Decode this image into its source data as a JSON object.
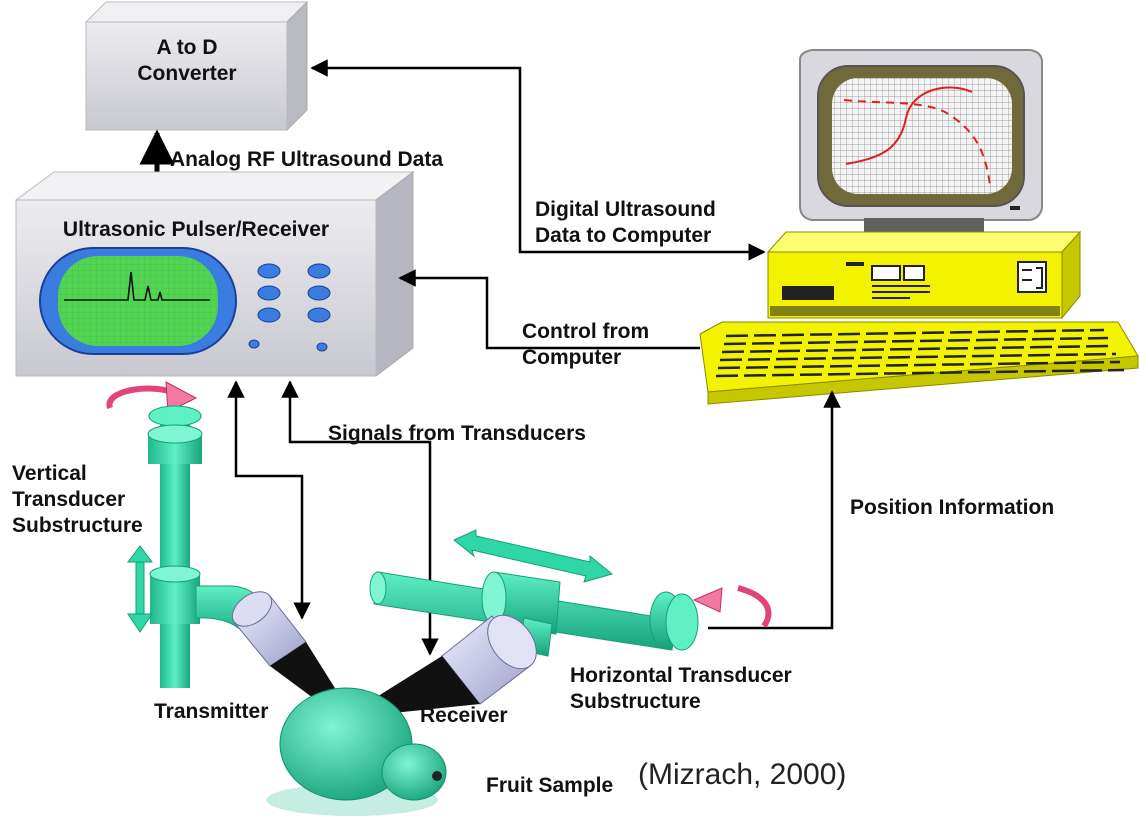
{
  "labels": {
    "a_to_d_line1": "A to D",
    "a_to_d_line2": "Converter",
    "analog_rf": "Analog RF Ultrasound Data",
    "pulser_receiver": "Ultrasonic Pulser/Receiver",
    "digital_line1": "Digital Ultrasound",
    "digital_line2": "Data to  Computer",
    "control_line1": "Control from",
    "control_line2": "Computer",
    "signals": "Signals from  Transducers",
    "vertical_line1": "Vertical",
    "vertical_line2": "Transducer",
    "vertical_line3": "Substructure",
    "position": "Position  Information",
    "horizontal_line1": "Horizontal Transducer",
    "horizontal_line2": "Substructure",
    "transmitter": "Transmitter",
    "receiver": "Receiver",
    "fruit_sample": "Fruit Sample",
    "citation": "(Mizrach, 2000)"
  },
  "colors": {
    "teal": "#2fd6a6",
    "teal_dark": "#14a07a",
    "yellow": "#f3f300",
    "box_grey": "#d9d9de",
    "screen_green": "#3bd13b",
    "pink_arrow": "#e0457a",
    "silver": "#c9cbe6"
  }
}
